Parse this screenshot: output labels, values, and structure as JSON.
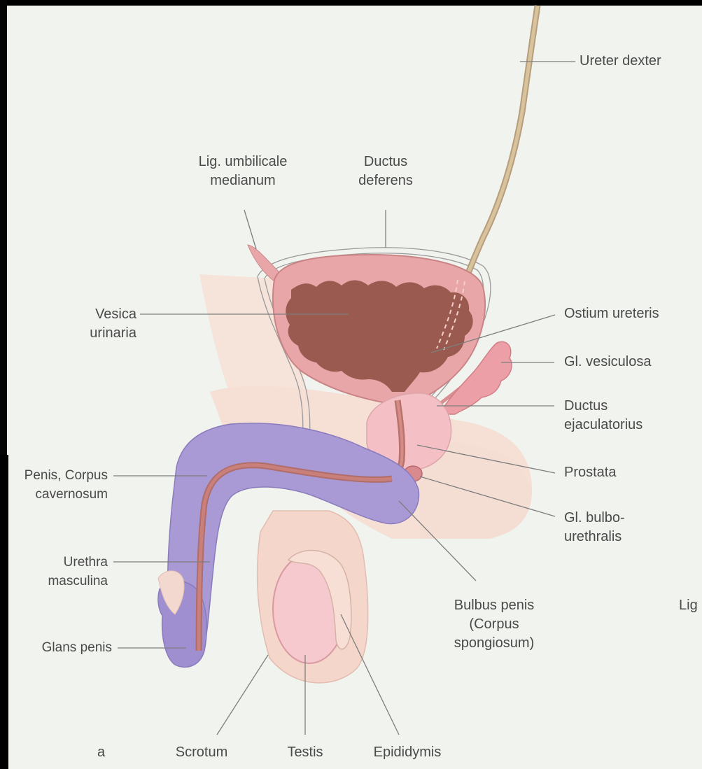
{
  "figure_letter": "a",
  "labels": {
    "ureter_dexter": "Ureter dexter",
    "lig_umbilicale_1": "Lig. umbilicale",
    "lig_umbilicale_2": "medianum",
    "ductus_deferens_1": "Ductus",
    "ductus_deferens_2": "deferens",
    "vesica_1": "Vesica",
    "vesica_2": "urinaria",
    "ostium_ureteris": "Ostium ureteris",
    "gl_vesiculosa": "Gl. vesiculosa",
    "ductus_ejac_1": "Ductus",
    "ductus_ejac_2": "ejaculatorius",
    "prostata": "Prostata",
    "gl_bulbo_1": "Gl. bulbo-",
    "gl_bulbo_2": "urethralis",
    "penis_cc_1": "Penis, Corpus",
    "penis_cc_2": "cavernosum",
    "urethra_1": "Urethra",
    "urethra_2": "masculina",
    "bulbus_1": "Bulbus penis",
    "bulbus_2": "(Corpus",
    "bulbus_3": "spongiosum)",
    "glans_penis": "Glans penis",
    "scrotum": "Scrotum",
    "testis": "Testis",
    "epididymis": "Epididymis",
    "cut_off": "Lig"
  },
  "colors": {
    "paper": "#f1f3ef",
    "body_skin": "#f6dfd5",
    "bladder_wall": "#e9a6a8",
    "bladder_lumen": "#9a5a4f",
    "penis_purple": "#a99ad6",
    "penis_purple_dark": "#9485c8",
    "urethra": "#c47d78",
    "testis": "#f6c9cf",
    "prostate": "#f4c0c5",
    "ureter": "#cdb592",
    "leader": "#7a7a7a",
    "text": "#4a4a4a"
  }
}
